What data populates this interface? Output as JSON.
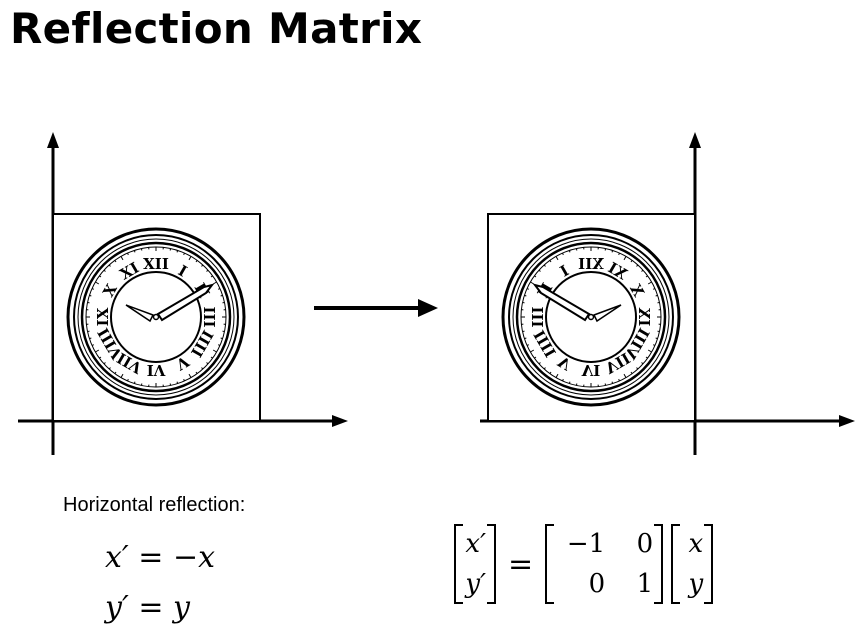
{
  "title": "Reflection Matrix",
  "caption": "Horizontal reflection:",
  "equations": {
    "line1_lhs": "x′",
    "line1_rel": "=",
    "line1_rhs": "−x",
    "line2_lhs": "y′",
    "line2_rel": "=",
    "line2_rhs": "y"
  },
  "matrix_equation": {
    "lhs": [
      "x′",
      "y′"
    ],
    "equals": "=",
    "matrix": [
      [
        "−1",
        "0"
      ],
      [
        "0",
        "1"
      ]
    ],
    "rhs": [
      "x",
      "y"
    ]
  },
  "numerals": [
    "XII",
    "I",
    "II",
    "III",
    "IIII",
    "V",
    "VI",
    "VII",
    "VIII",
    "IX",
    "X",
    "XI"
  ]
}
